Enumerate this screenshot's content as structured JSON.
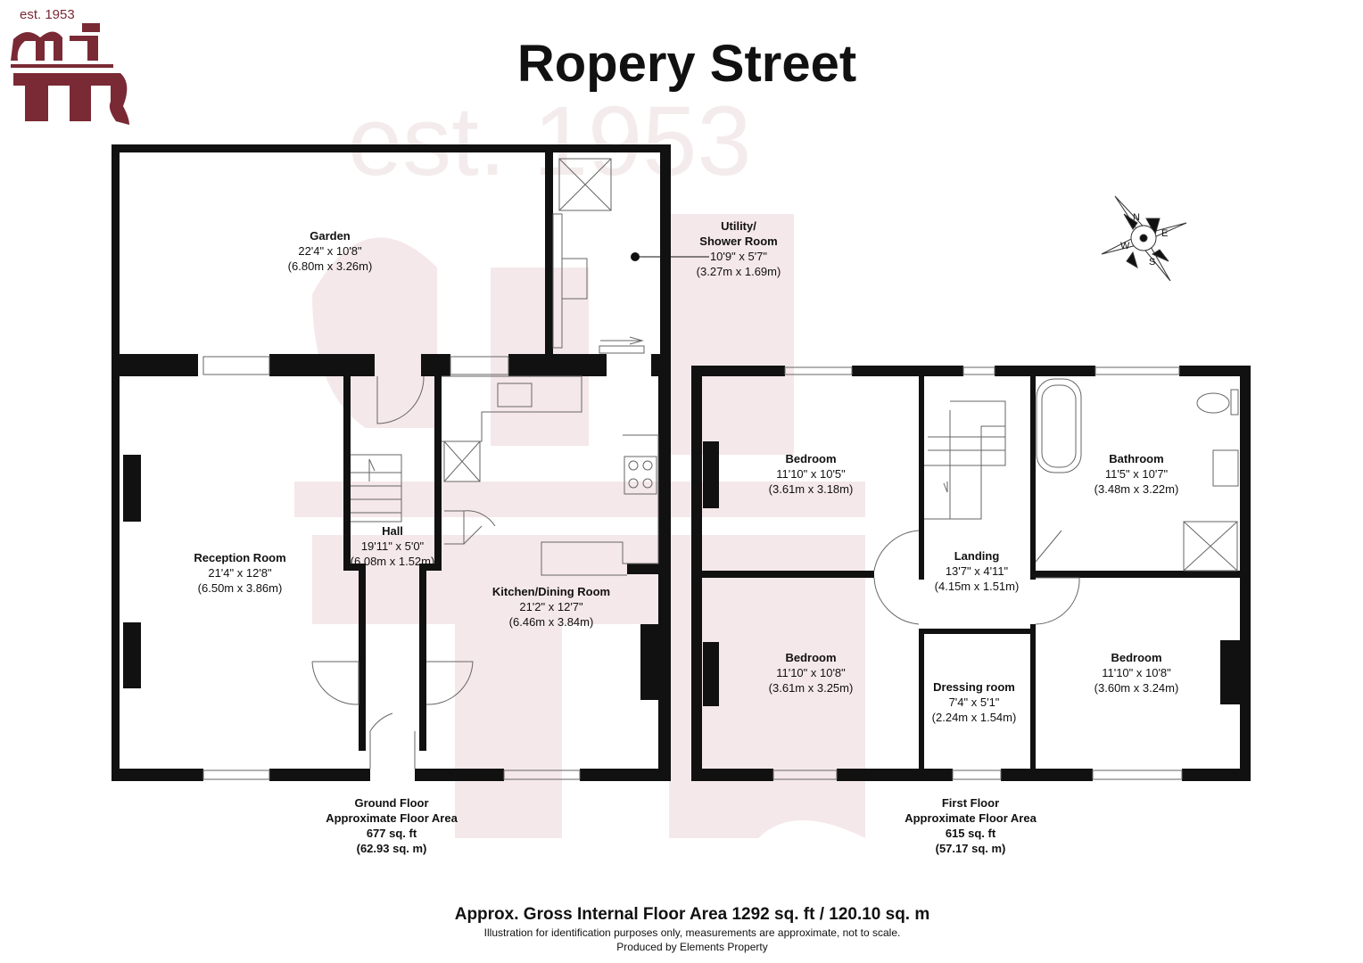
{
  "logo": {
    "tagline": "est. 1953",
    "letters": "wjm",
    "color": "#7a2a35"
  },
  "title": "Ropery Street",
  "watermark": {
    "tagline": "est. 1953"
  },
  "compass": {
    "labels": [
      "N",
      "E",
      "S",
      "W"
    ]
  },
  "ground_floor": {
    "rooms": [
      {
        "name": "Garden",
        "imperial": "22'4\" x 10'8\"",
        "metric": "(6.80m x 3.26m)"
      },
      {
        "name": "Utility/",
        "name2": "Shower Room",
        "imperial": "10'9\" x 5'7\"",
        "metric": "(3.27m x 1.69m)"
      },
      {
        "name": "Reception Room",
        "imperial": "21'4\" x 12'8\"",
        "metric": "(6.50m x 3.86m)"
      },
      {
        "name": "Hall",
        "imperial": "19'11\" x 5'0\"",
        "metric": "(6.08m x 1.52m)"
      },
      {
        "name": "Kitchen/Dining Room",
        "imperial": "21'2\" x 12'7\"",
        "metric": "(6.46m x 3.84m)"
      }
    ],
    "summary": {
      "line1": "Ground Floor",
      "line2": "Approximate Floor Area",
      "line3": "677 sq. ft",
      "line4": "(62.93 sq. m)"
    }
  },
  "first_floor": {
    "rooms": [
      {
        "name": "Bedroom",
        "imperial": "11'10\" x 10'5\"",
        "metric": "(3.61m x 3.18m)"
      },
      {
        "name": "Bathroom",
        "imperial": "11'5\" x 10'7\"",
        "metric": "(3.48m x 3.22m)"
      },
      {
        "name": "Landing",
        "imperial": "13'7\" x 4'11\"",
        "metric": "(4.15m x 1.51m)"
      },
      {
        "name": "Bedroom",
        "imperial": "11'10\" x 10'8\"",
        "metric": "(3.61m x 3.25m)"
      },
      {
        "name": "Dressing room",
        "imperial": "7'4\" x 5'1\"",
        "metric": "(2.24m x 1.54m)"
      },
      {
        "name": "Bedroom",
        "imperial": "11'10\" x 10'8\"",
        "metric": "(3.60m x 3.24m)"
      }
    ],
    "summary": {
      "line1": "First Floor",
      "line2": "Approximate Floor Area",
      "line3": "615 sq. ft",
      "line4": "(57.17 sq. m)"
    }
  },
  "footer": {
    "gross": "Approx. Gross Internal Floor Area 1292 sq. ft / 120.10 sq. m",
    "disclaimer": "Illustration for identification purposes only, measurements are approximate, not to scale.",
    "credit": "Produced by Elements Property"
  }
}
